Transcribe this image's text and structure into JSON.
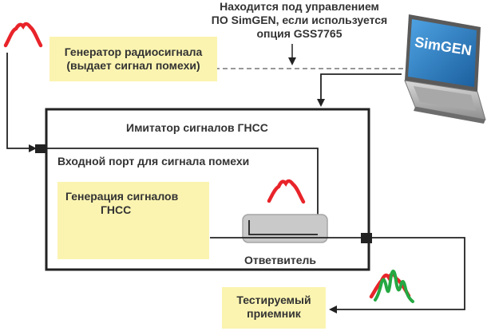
{
  "control_note": {
    "line1": "Находится под управлением",
    "line2": "ПО SimGEN, если используется",
    "line3": "опция GSS7765"
  },
  "rf_generator": {
    "line1": "Генератор радиосигнала",
    "line2": "(выдает сигнал помехи)"
  },
  "laptop": {
    "screen_text": "SimGEN"
  },
  "simulator": {
    "title": "Имитатор сигналов ГНСС"
  },
  "interference_port": {
    "label": "Входной порт для сигнала помехи"
  },
  "gnss_generation": {
    "line1": "Генерация сигналов",
    "line2": "ГНСС"
  },
  "coupler": {
    "label": "Ответвитель"
  },
  "receiver": {
    "line1": "Тестируемый",
    "line2": "приемник"
  },
  "colors": {
    "note_box": "#fbf4b0",
    "wire": "#222222",
    "interference_signal": "#e8242a",
    "gnss_signal": "#25a842",
    "laptop_screen": "#2a7fc4",
    "coupler": "#c8c8c8"
  }
}
